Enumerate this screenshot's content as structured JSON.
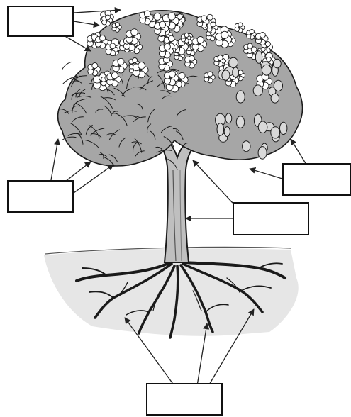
{
  "diagram": {
    "parts": [
      {
        "key": "flowers",
        "label": ""
      },
      {
        "key": "leaves",
        "label": ""
      },
      {
        "key": "fruits",
        "label": ""
      },
      {
        "key": "stem",
        "label": ""
      },
      {
        "key": "roots",
        "label": ""
      }
    ]
  },
  "colors": {
    "ink": "#1a1a1a",
    "ground": "#e6e6e6",
    "foliage": "#9a9a9a",
    "flower_fill": "#ffffff",
    "box_border": "#111111"
  }
}
